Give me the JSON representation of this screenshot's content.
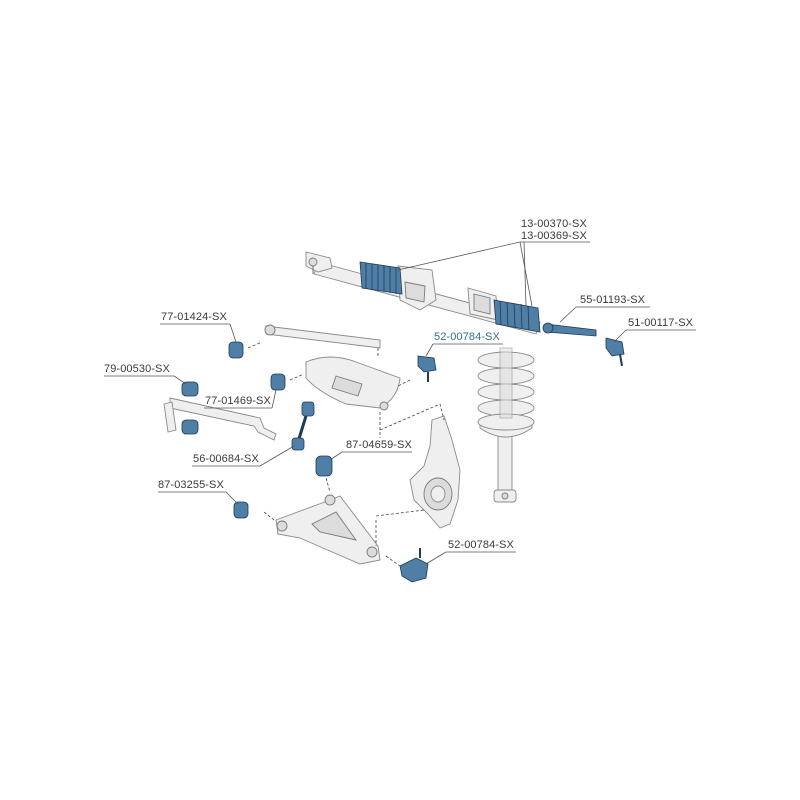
{
  "diagram": {
    "labels": {
      "rack_top": "13-00370-SX",
      "rack_bottom": "13-00369-SX",
      "inner_tie_rod": "55-01193-SX",
      "outer_tie_rod": "51-00117-SX",
      "bushing_upper_left": "77-01424-SX",
      "upper_ball_joint": "52-00784-SX",
      "stab_bar_bushing": "79-00530-SX",
      "upper_arm_bushing": "77-01469-SX",
      "stab_link": "56-00684-SX",
      "lower_arm_bushing_rear": "87-04659-SX",
      "lower_arm_bushing_front": "87-03255-SX",
      "lower_ball_joint": "52-00784-SX"
    },
    "colors": {
      "highlight_part": "#4f7ea6",
      "highlight_label": "#2f6f8f",
      "outline": "#7a7a7a",
      "body_fill": "#efefef"
    }
  }
}
